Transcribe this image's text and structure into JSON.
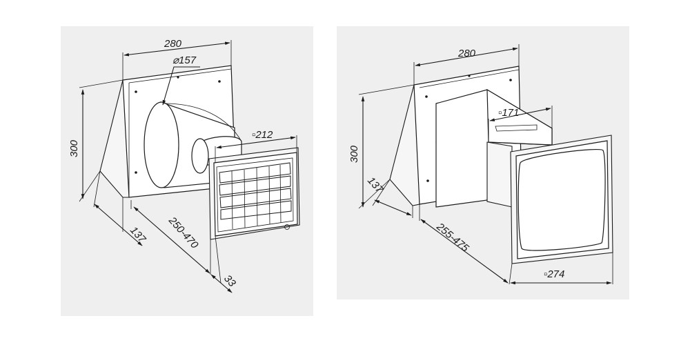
{
  "left_drawing": {
    "dim_width": "280",
    "dim_diameter": "⌀157",
    "dim_grille": "▫212",
    "dim_height": "300",
    "dim_length": "250-470",
    "dim_depth": "137",
    "dim_grille_depth": "33"
  },
  "right_drawing": {
    "dim_width": "280",
    "dim_duct": "▫171",
    "dim_height": "300",
    "dim_depth": "137",
    "dim_length": "255-475",
    "dim_front": "▫274"
  }
}
